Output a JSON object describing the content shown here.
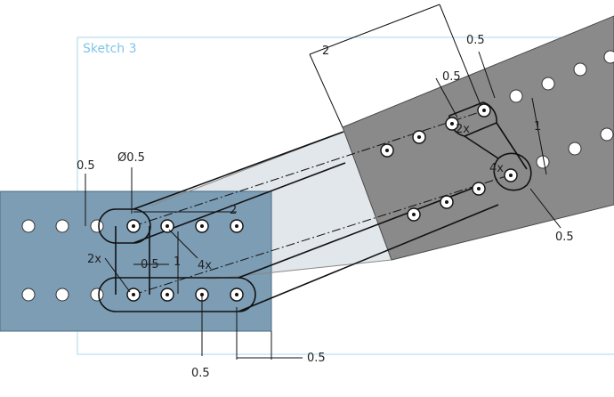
{
  "sketch": {
    "name": "Sketch 3",
    "frame_color": "#a8d8ee"
  },
  "colors": {
    "left_plate": "#7d9db5",
    "right_plate": "#8a8a8a",
    "bridge": "#dfe6ea",
    "stroke": "#111111",
    "label": "#7ec6e6"
  },
  "dimensions": {
    "dia_left": "Ø0.5",
    "left_top_0_5": "0.5",
    "left_span_2": "2",
    "left_count_2x": "2x",
    "left_inner_0_5": "0.5",
    "left_height_1": "1",
    "left_count_4x": "4x",
    "left_bottom_0_5": "0.5",
    "left_bottom_right_0_5": "0.5",
    "right_span_2": "2",
    "right_top_0_5": "0.5",
    "right_inner_0_5": "0.5",
    "right_count_2x": "2x",
    "right_height_1": "1",
    "right_count_4x": "4x",
    "right_bottom_0_5": "0.5"
  }
}
